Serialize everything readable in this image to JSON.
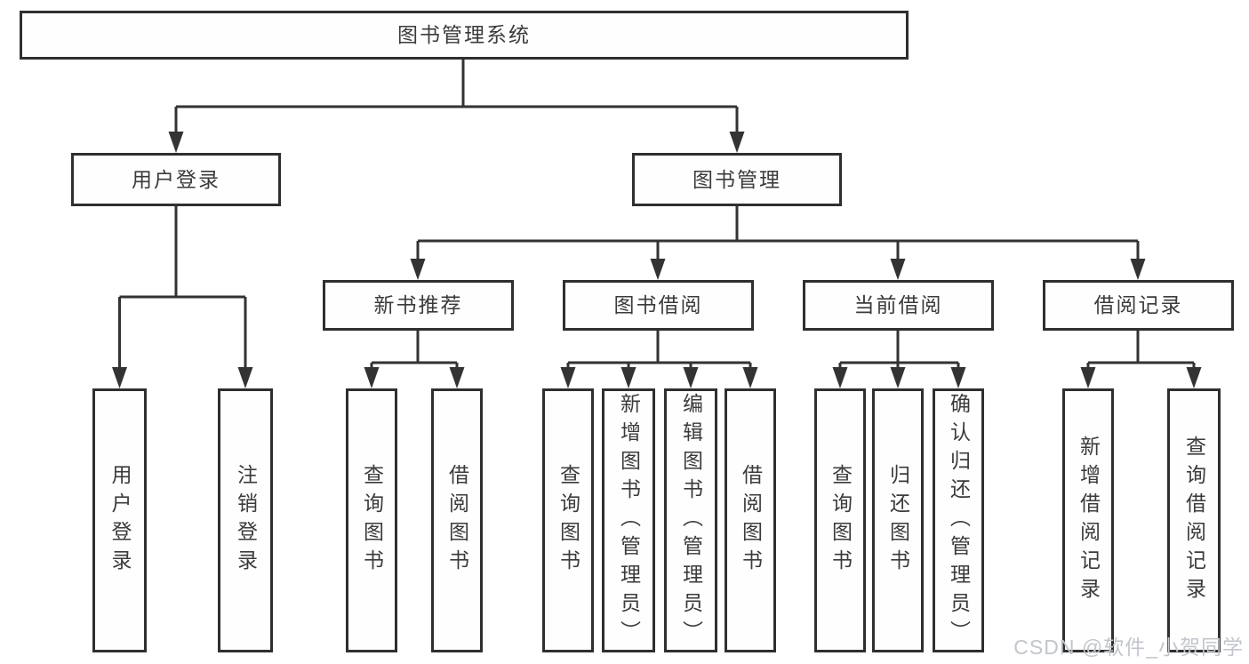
{
  "diagram": {
    "title": "图书管理系统",
    "root": {
      "label": "图书管理系统"
    },
    "level2": [
      {
        "label": "用户登录"
      },
      {
        "label": "图书管理"
      }
    ],
    "level3": [
      {
        "label": "新书推荐",
        "parent": "图书管理"
      },
      {
        "label": "图书借阅",
        "parent": "图书管理"
      },
      {
        "label": "当前借阅",
        "parent": "图书管理"
      },
      {
        "label": "借阅记录",
        "parent": "图书管理"
      }
    ],
    "leaves": [
      {
        "label": "用户登录",
        "parent": "用户登录"
      },
      {
        "label": "注销登录",
        "parent": "用户登录"
      },
      {
        "label": "查询图书",
        "parent": "新书推荐"
      },
      {
        "label": "借阅图书",
        "parent": "新书推荐"
      },
      {
        "label": "查询图书",
        "parent": "图书借阅"
      },
      {
        "label": "新增图书（管理员）",
        "parent": "图书借阅"
      },
      {
        "label": "编辑图书（管理员）",
        "parent": "图书借阅"
      },
      {
        "label": "借阅图书",
        "parent": "图书借阅"
      },
      {
        "label": "查询图书",
        "parent": "当前借阅"
      },
      {
        "label": "归还图书",
        "parent": "当前借阅"
      },
      {
        "label": "确认归还（管理员）",
        "parent": "当前借阅"
      },
      {
        "label": "新增借阅记录",
        "parent": "借阅记录"
      },
      {
        "label": "查询借阅记录",
        "parent": "借阅记录"
      }
    ],
    "colors": {
      "border": "#2f2f2f",
      "text": "#3b3b3b",
      "line": "#333333",
      "background": "#ffffff"
    }
  },
  "watermark": {
    "text": "CSDN @软件_小贺同学",
    "color": "#c2c6cc"
  }
}
